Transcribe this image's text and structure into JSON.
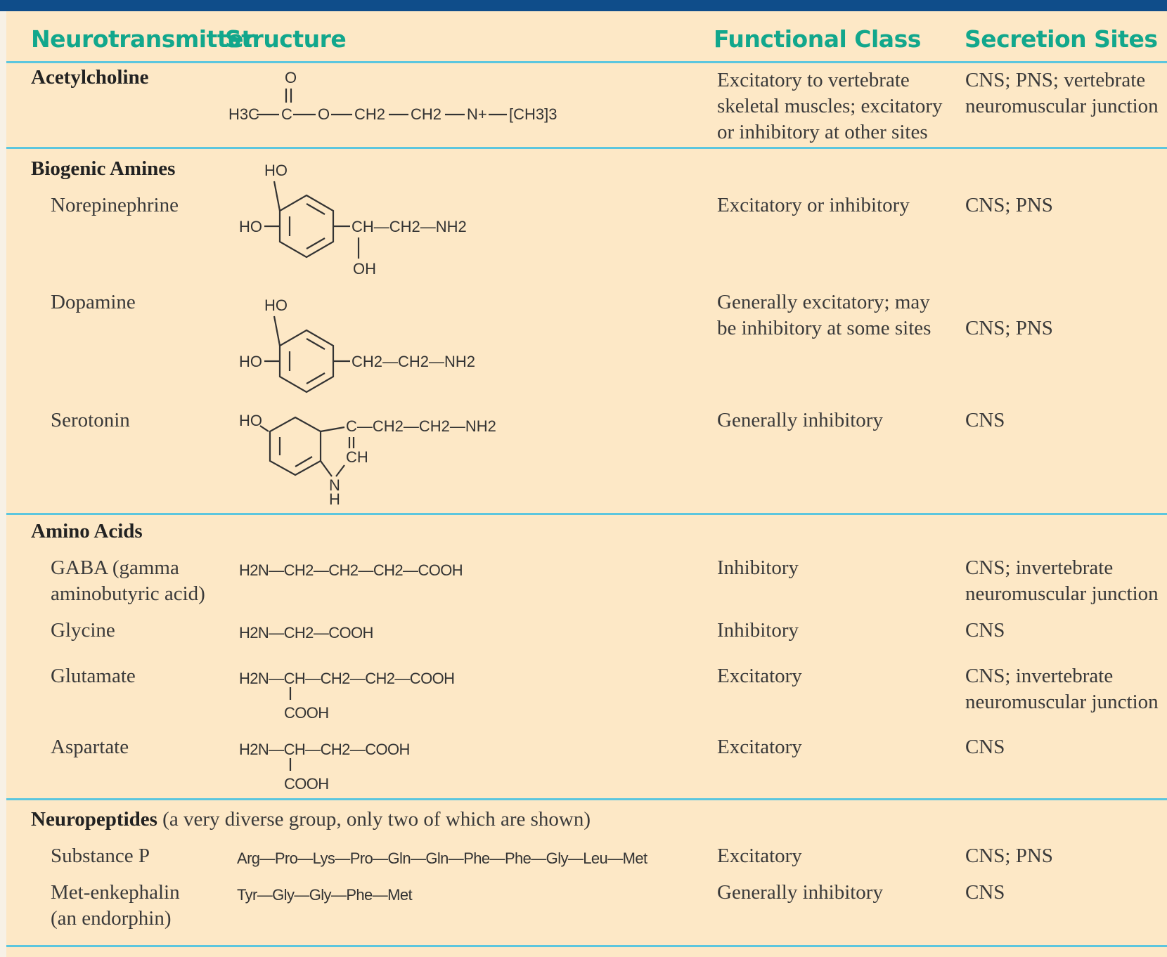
{
  "headers": {
    "neurotransmitter": "Neurotransmitter",
    "structure": "Structure",
    "functional_class": "Functional Class",
    "secretion_sites": "Secretion Sites"
  },
  "acetylcholine": {
    "name": "Acetylcholine",
    "class_lines": [
      "Excitatory to vertebrate",
      "skeletal muscles; excitatory",
      "or inhibitory at other sites"
    ],
    "sites_lines": [
      "CNS; PNS; vertebrate",
      "neuromuscular junction"
    ],
    "formula": {
      "o": "O",
      "h3c": "H3C",
      "c": "C",
      "o2": "O",
      "ch2a": "CH2",
      "ch2b": "CH2",
      "n": "N+",
      "ch3": "[CH3]3"
    }
  },
  "biogenic_amines": {
    "group_name": "Biogenic Amines",
    "norepinephrine": {
      "name": "Norepinephrine",
      "class": "Excitatory or inhibitory",
      "sites": "CNS; PNS",
      "labels": {
        "ho_top": "HO",
        "ho_left": "HO",
        "chain": "CH—CH2—NH2",
        "oh": "OH"
      }
    },
    "dopamine": {
      "name": "Dopamine",
      "class_lines": [
        "Generally excitatory; may",
        "be inhibitory at some sites"
      ],
      "sites": "CNS; PNS",
      "labels": {
        "ho_top": "HO",
        "ho_left": "HO",
        "chain": "CH2—CH2—NH2"
      }
    },
    "serotonin": {
      "name": "Serotonin",
      "class": "Generally inhibitory",
      "sites": "CNS",
      "labels": {
        "ho": "HO",
        "chain": "C—CH2—CH2—NH2",
        "ch": "CH",
        "n": "N",
        "h": "H"
      }
    }
  },
  "amino_acids": {
    "group_name": "Amino Acids",
    "gaba": {
      "name_lines": [
        "GABA (gamma",
        "aminobutyric acid)"
      ],
      "formula": "H2N—CH2—CH2—CH2—COOH",
      "class": "Inhibitory",
      "sites_lines": [
        "CNS; invertebrate",
        "neuromuscular junction"
      ]
    },
    "glycine": {
      "name": "Glycine",
      "formula": "H2N—CH2—COOH",
      "class": "Inhibitory",
      "sites": "CNS"
    },
    "glutamate": {
      "name": "Glutamate",
      "formula": "H2N—CH—CH2—CH2—COOH",
      "sub": "COOH",
      "class": "Excitatory",
      "sites_lines": [
        "CNS; invertebrate",
        "neuromuscular junction"
      ]
    },
    "aspartate": {
      "name": "Aspartate",
      "formula": "H2N—CH—CH2—COOH",
      "sub": "COOH",
      "class": "Excitatory",
      "sites": "CNS"
    }
  },
  "neuropeptides": {
    "group_name": "Neuropeptides",
    "group_note": "(a very diverse group, only two of which are shown)",
    "substance_p": {
      "name": "Substance P",
      "formula": "Arg—Pro—Lys—Pro—Gln—Gln—Phe—Phe—Gly—Leu—Met",
      "class": "Excitatory",
      "sites": "CNS; PNS"
    },
    "met_enkephalin": {
      "name_lines": [
        "Met-enkephalin",
        "(an endorphin)"
      ],
      "formula": "Tyr—Gly—Gly—Phe—Met",
      "class": "Generally inhibitory",
      "sites": "CNS"
    }
  }
}
